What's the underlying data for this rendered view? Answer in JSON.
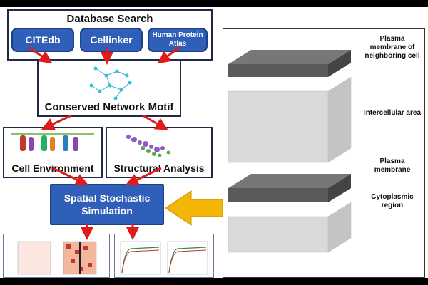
{
  "database_search": {
    "title": "Database Search",
    "sources": [
      "CITEdb",
      "Cellinker",
      "Human Protein Atlas"
    ]
  },
  "motif": {
    "title": "Conserved Network Motif"
  },
  "cell_environment": {
    "title": "Cell Environment"
  },
  "structural_analysis": {
    "title": "Structural Analysis"
  },
  "simulation": {
    "title": "Spatial Stochastic Simulation"
  },
  "layers": {
    "neighbor_membrane": "Plasma membrane of neighboring cell",
    "intercellular": "Intercellular area",
    "plasma_membrane": "Plasma membrane",
    "cytoplasmic": "Cytoplasmic region"
  },
  "colors": {
    "pill_blue": "#2f5fb8",
    "arrow_red": "#e01b1b",
    "big_arrow_yellow": "#f2b705",
    "membrane_dark": "#5a5a5a",
    "region_light": "#d9d9d9"
  }
}
